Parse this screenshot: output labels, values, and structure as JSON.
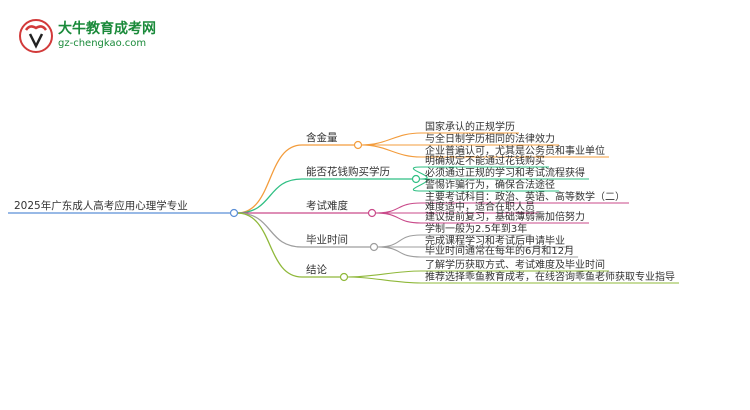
{
  "logo": {
    "name": "大牛教育成考网",
    "url": "gz-chengkao.com"
  },
  "mindmap": {
    "root": "2025年广东成人高考应用心理学专业",
    "branches": [
      {
        "label": "含金量",
        "color": "#f39c3c",
        "leaves": [
          "国家承认的正规学历",
          "与全日制学历相同的法律效力",
          "企业普遍认可，尤其是公务员和事业单位"
        ]
      },
      {
        "label": "能否花钱购买学历",
        "color": "#2fbf83",
        "leaves": [
          "明确规定不能通过花钱购买",
          "必须通过正规的学习和考试流程获得",
          "警惕诈骗行为，确保合法途径"
        ]
      },
      {
        "label": "考试难度",
        "color": "#c94a8a",
        "leaves": [
          "主要考试科目：政治、英语、高等数学（二）",
          "难度适中，适合在职人员",
          "建议提前复习，基础薄弱需加倍努力"
        ]
      },
      {
        "label": "毕业时间",
        "color": "#9e9e9e",
        "leaves": [
          "学制一般为2.5年到3年",
          "完成课程学习和考试后申请毕业",
          "毕业时间通常在每年的6月和12月"
        ]
      },
      {
        "label": "结论",
        "color": "#8fb83a",
        "leaves": [
          "了解学历获取方式、考试难度及毕业时间",
          "推荐选择乖鱼教育成考，在线咨询乖鱼老师获取专业指导"
        ]
      }
    ]
  }
}
